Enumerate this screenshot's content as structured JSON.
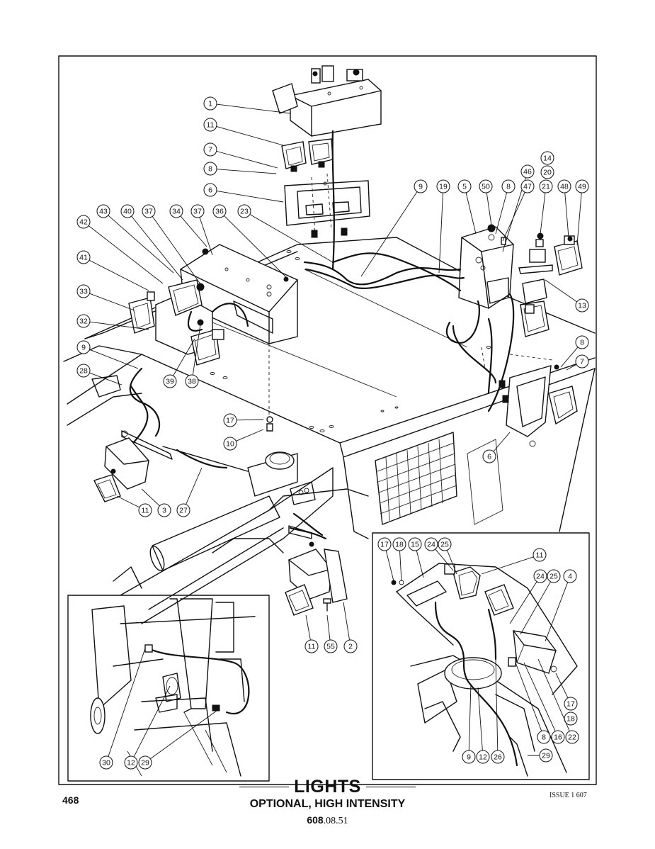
{
  "footer": {
    "page_number": "468",
    "title": "LIGHTS",
    "subtitle": "OPTIONAL, HIGH INTENSITY",
    "doc_code_bold": "608",
    "doc_code_rest": ".08.51",
    "issue": "ISSUE 1 607"
  },
  "callouts_main": [
    "1",
    "11",
    "7",
    "8",
    "6",
    "9",
    "19",
    "5",
    "50",
    "8",
    "46",
    "47",
    "14",
    "20",
    "21",
    "48",
    "49",
    "13",
    "43",
    "40",
    "37",
    "34",
    "37",
    "36",
    "23",
    "42",
    "41",
    "33",
    "32",
    "9",
    "28",
    "39",
    "38",
    "17",
    "10",
    "8",
    "7",
    "6",
    "11",
    "3",
    "27",
    "11",
    "55",
    "2"
  ],
  "callouts_inset_left": [
    "30",
    "12",
    "29"
  ],
  "callouts_inset_right": [
    "17",
    "18",
    "15",
    "24",
    "25",
    "11",
    "24",
    "25",
    "4",
    "17",
    "18",
    "8",
    "16",
    "22",
    "9",
    "12",
    "26",
    "29"
  ]
}
